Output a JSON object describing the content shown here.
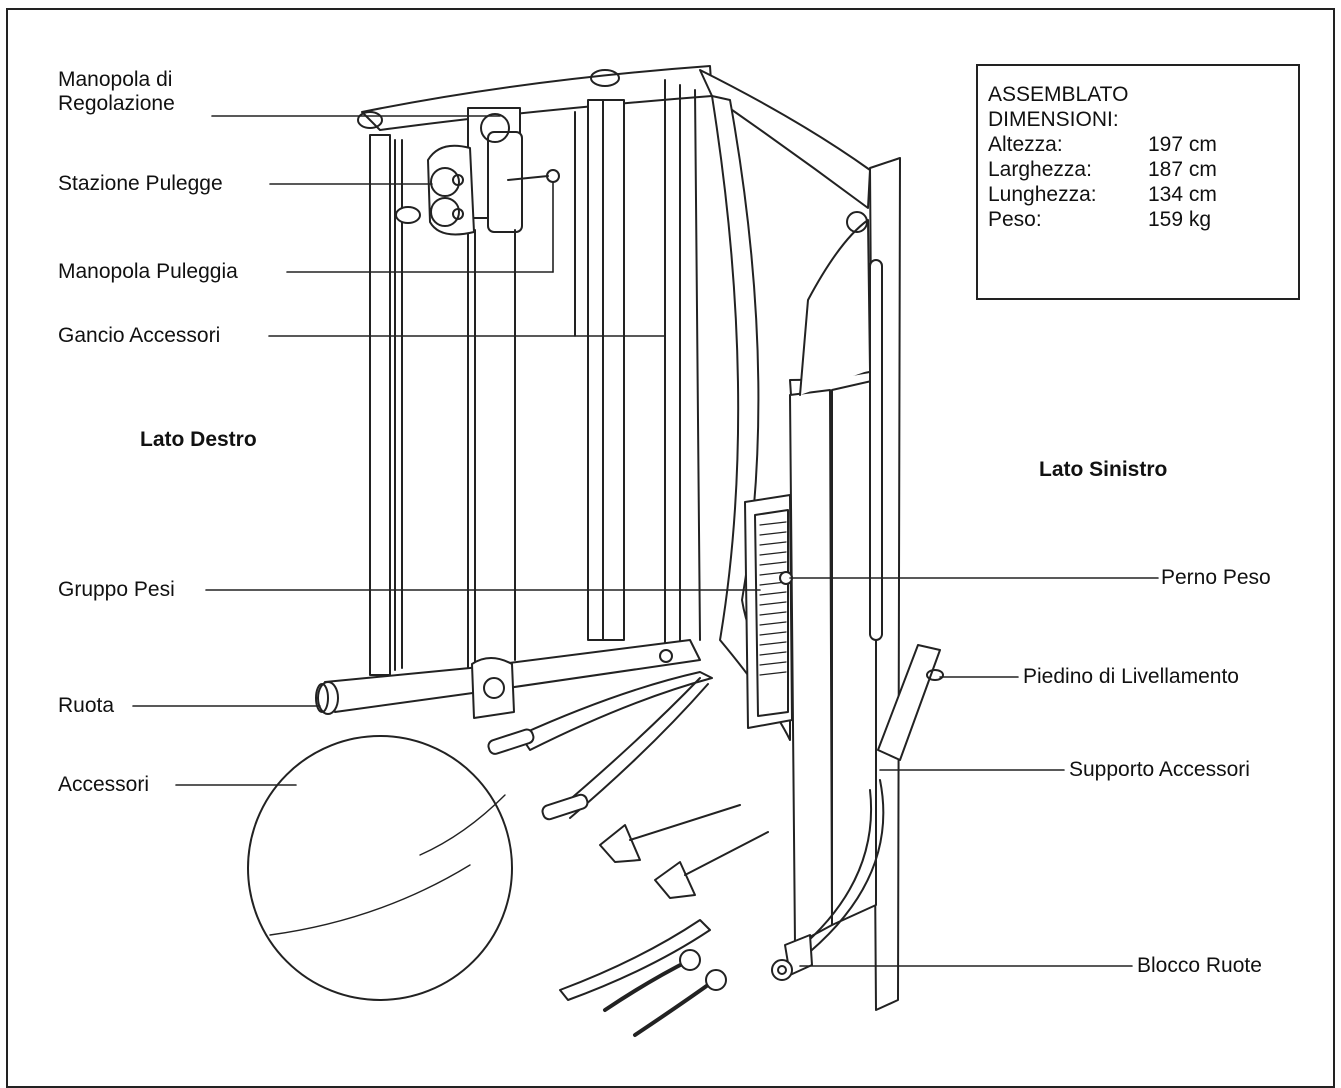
{
  "labels": {
    "manopola_regolazione": [
      "Manopola di",
      "Regolazione"
    ],
    "stazione_pulegge": "Stazione Pulegge",
    "manopola_puleggia": "Manopola Puleggia",
    "gancio_accessori": "Gancio Accessori",
    "gruppo_pesi": "Gruppo Pesi",
    "ruota": "Ruota",
    "accessori": "Accessori",
    "perno_peso": "Perno Peso",
    "piedino_livellamento": "Piedino di Livellamento",
    "supporto_accessori": "Supporto Accessori",
    "blocco_ruote": "Blocco Ruote"
  },
  "sides": {
    "right": "Lato Destro",
    "left": "Lato Sinistro"
  },
  "specs": {
    "heading": [
      "ASSEMBLATO",
      "DIMENSIONI:"
    ],
    "rows": [
      {
        "label": "Altezza:",
        "value": "197 cm"
      },
      {
        "label": "Larghezza:",
        "value": "187 cm"
      },
      {
        "label": "Lunghezza:",
        "value": "134 cm"
      },
      {
        "label": "Peso:",
        "value": "159 kg"
      }
    ]
  }
}
